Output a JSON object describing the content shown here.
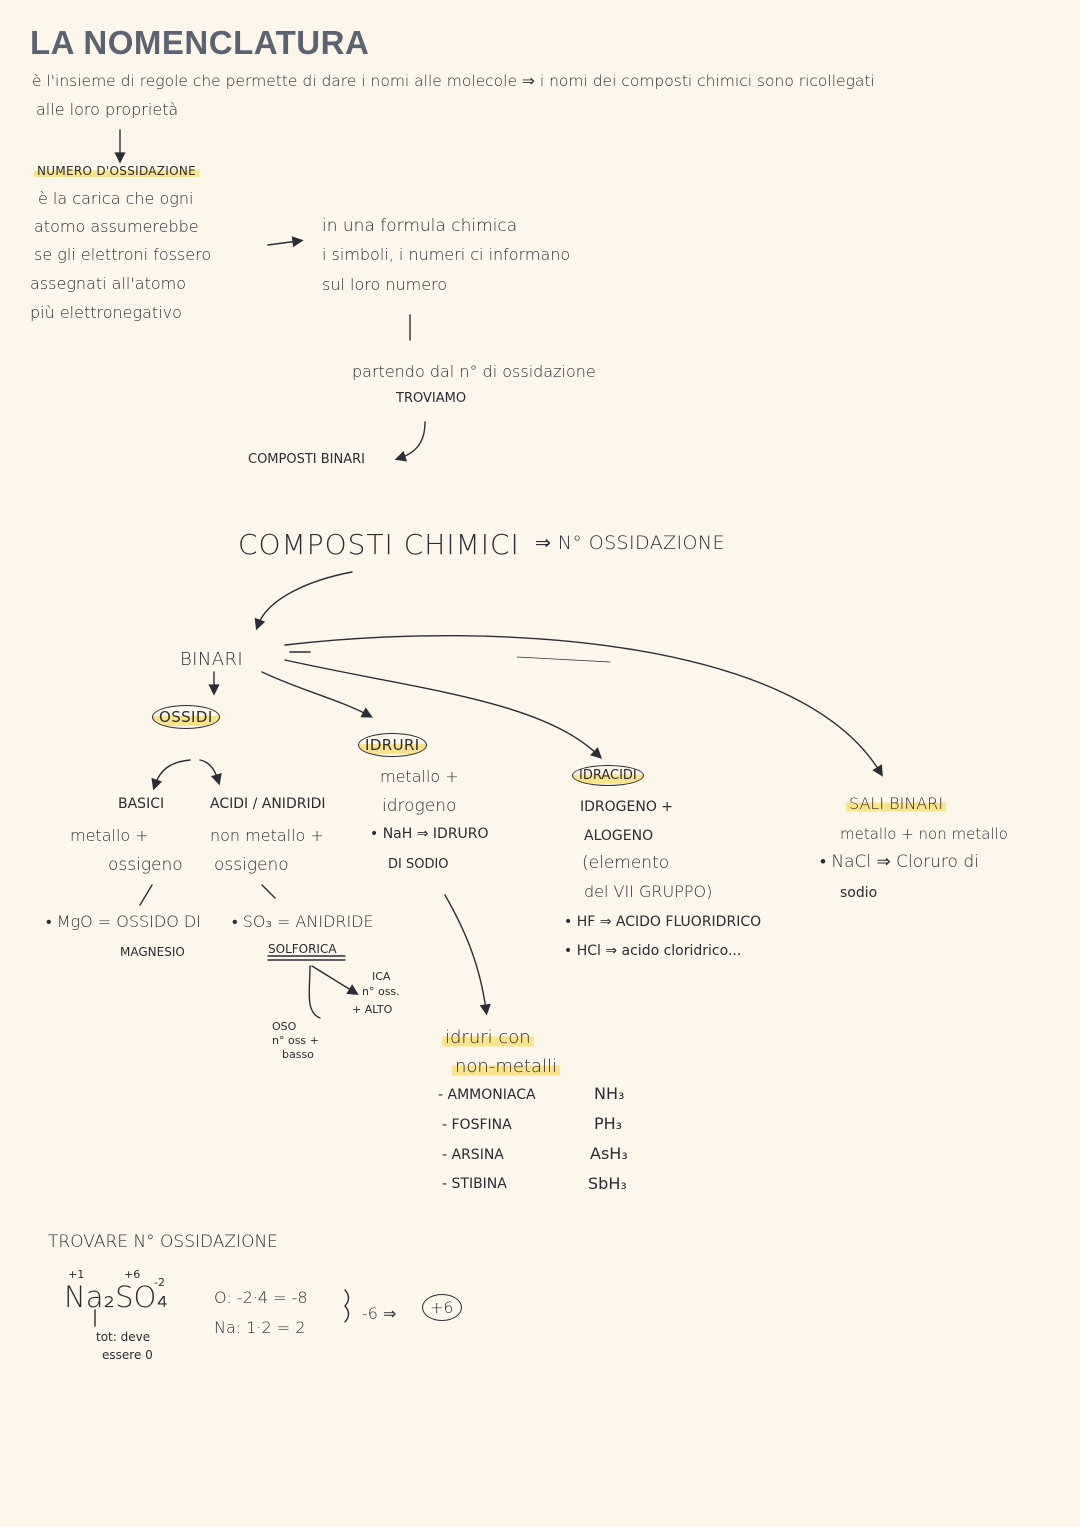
{
  "title": "LA NOMENCLATURA",
  "intro": {
    "line1": "è l'insieme di regole che permette di dare i nomi alle molecole ⇒ i nomi dei composti chimici sono ricollegati",
    "line2": "alle loro proprietà"
  },
  "oxidation": {
    "heading": "NUMERO D'OSSIDAZIONE",
    "def": [
      "è la carica che ogni",
      "atomo assumerebbe",
      "se gli elettroni fossero",
      "assegnati all'atomo",
      "più elettronegativo"
    ]
  },
  "formula_note": [
    "in una formula chimica",
    "i simboli, i numeri ci informano",
    "sul loro numero"
  ],
  "partendo": [
    "partendo dal n° di ossidazione",
    "TROVIAMO"
  ],
  "composti_binari": "COMPOSTI BINARI",
  "composti_chimici": "COMPOSTI CHIMICI",
  "arrow_no_ox": "⇒ N° OSSIDAZIONE",
  "binari": "BINARI",
  "ossidi": {
    "label": "OSSIDI",
    "basici": {
      "label": "BASICI",
      "def": [
        "metallo +",
        "ossigeno"
      ],
      "example": [
        "• MgO = OSSIDO DI",
        "MAGNESIO"
      ]
    },
    "acidi": {
      "label": "ACIDI / ANIDRIDI",
      "def": [
        "non metallo +",
        "ossigeno"
      ],
      "example": [
        "• SO₃ = ANIDRIDE",
        "SOLFORICA"
      ]
    },
    "ica": [
      "ICA",
      "n° oss.",
      "+ ALTO"
    ],
    "oso": [
      "OSO",
      "n° oss +",
      "basso"
    ]
  },
  "idruri": {
    "label": "IDRURI",
    "def": [
      "metallo +",
      "idrogeno"
    ],
    "example": [
      "• NaH ⇒ IDRURO",
      "DI SODIO"
    ],
    "nonmetalli_title": [
      "idruri con",
      "non-metalli"
    ],
    "list": [
      {
        "name": "- AMMONIACA",
        "formula": "NH₃"
      },
      {
        "name": "- FOSFINA",
        "formula": "PH₃"
      },
      {
        "name": "- ARSINA",
        "formula": "AsH₃"
      },
      {
        "name": "- STIBINA",
        "formula": "SbH₃"
      }
    ]
  },
  "idracidi": {
    "label": "IDRACIDI",
    "def": [
      "IDROGENO +",
      "ALOGENO",
      "(elemento",
      "del VII GRUPPO)"
    ],
    "examples": [
      "• HF ⇒ ACIDO FLUORIDRICO",
      "• HCl ⇒ acido cloridrico..."
    ]
  },
  "sali": {
    "label": "SALI BINARI",
    "def": "metallo + non metallo",
    "example": [
      "• NaCl ⇒ Cloruro di",
      "sodio"
    ]
  },
  "trovare": {
    "heading": "TROVARE N° OSSIDAZIONE",
    "charges": {
      "na": "+1",
      "s": "+6",
      "o": "-2"
    },
    "formula": "Na₂SO₄",
    "tot": [
      "tot: deve",
      "essere 0"
    ],
    "calc": [
      "O: -2·4 = -8",
      "Na: 1·2 = 2"
    ],
    "result_pre": "-6 ⇒",
    "result": "+6"
  },
  "colors": {
    "highlight": "#fbe38c",
    "ink": "#2b2d36",
    "title": "#5b6371",
    "paper": "#fdf6ea"
  }
}
